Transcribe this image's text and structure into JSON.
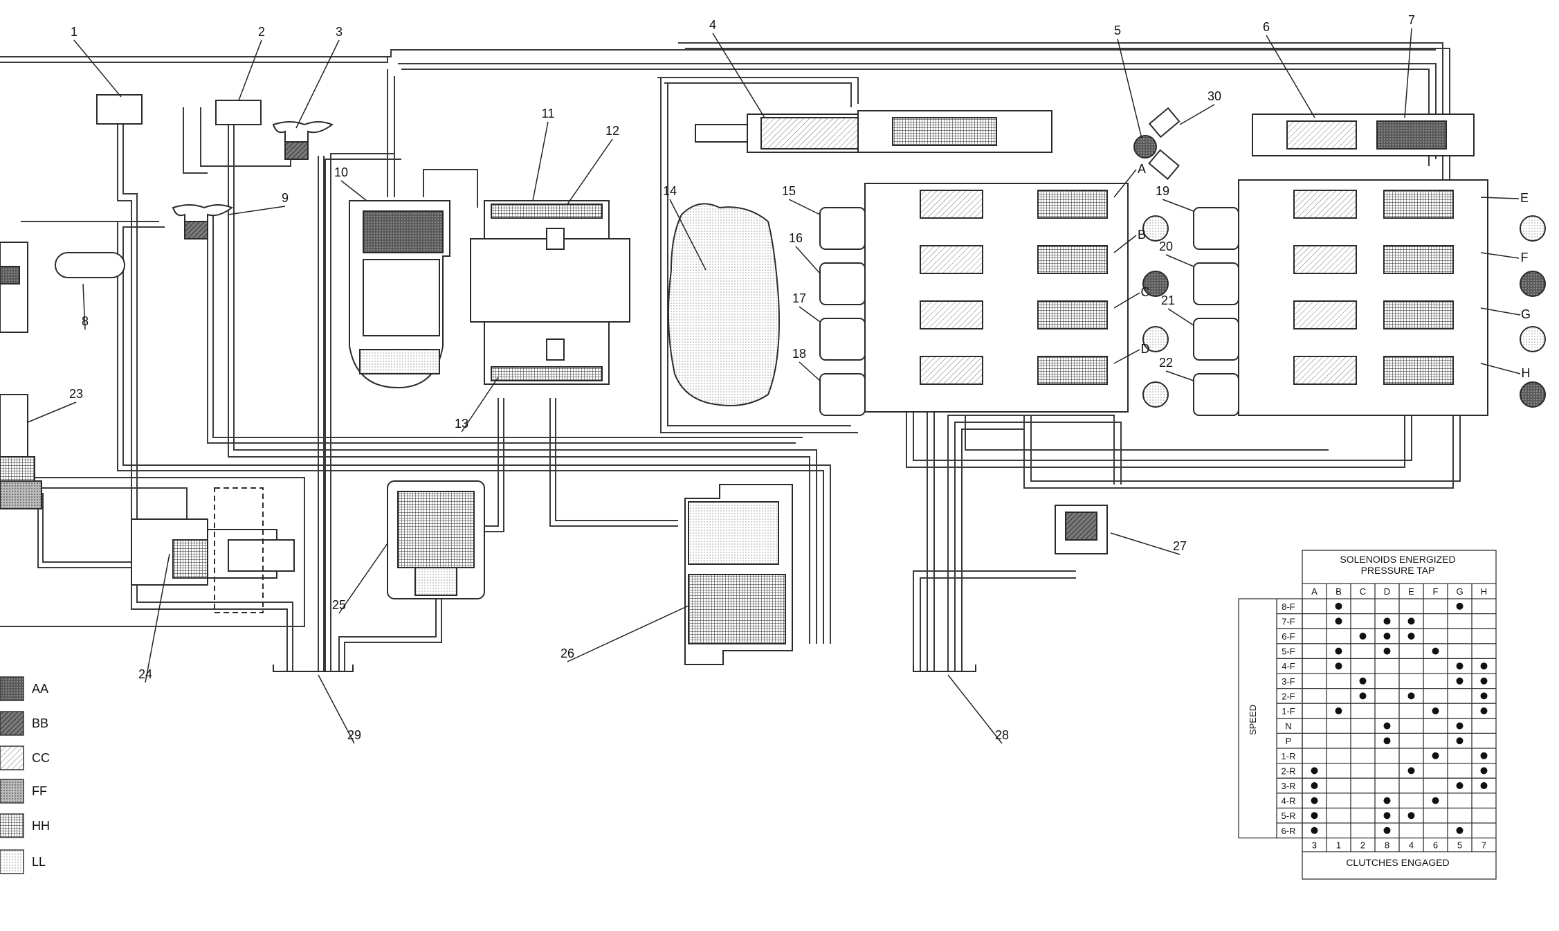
{
  "callouts": [
    "1",
    "2",
    "3",
    "4",
    "5",
    "6",
    "7",
    "8",
    "9",
    "10",
    "11",
    "12",
    "13",
    "14",
    "15",
    "16",
    "17",
    "18",
    "19",
    "20",
    "21",
    "22",
    "23",
    "24",
    "25",
    "26",
    "27",
    "28",
    "29",
    "30"
  ],
  "valve_letters": [
    "A",
    "B",
    "C",
    "D",
    "E",
    "F",
    "G",
    "H"
  ],
  "legend": [
    {
      "code": "AA",
      "pattern": "pat-aa"
    },
    {
      "code": "BB",
      "pattern": "pat-bb"
    },
    {
      "code": "CC",
      "pattern": "pat-cc"
    },
    {
      "code": "FF",
      "pattern": "pat-ff"
    },
    {
      "code": "HH",
      "pattern": "pat-hh"
    },
    {
      "code": "LL",
      "pattern": "pat-ll"
    }
  ],
  "solenoid_table": {
    "title_line1": "SOLENOIDS ENERGIZED",
    "title_line2": "PRESSURE TAP",
    "speed_label": "SPEED",
    "footer": "CLUTCHES ENGAGED",
    "columns": [
      "A",
      "B",
      "C",
      "D",
      "E",
      "F",
      "G",
      "H"
    ],
    "clutches": [
      "3",
      "1",
      "2",
      "8",
      "4",
      "6",
      "5",
      "7"
    ],
    "rows": [
      {
        "speed": "8-F",
        "on": [
          1,
          6
        ]
      },
      {
        "speed": "7-F",
        "on": [
          1,
          3,
          4
        ]
      },
      {
        "speed": "6-F",
        "on": [
          2,
          3,
          4
        ]
      },
      {
        "speed": "5-F",
        "on": [
          1,
          3,
          5
        ]
      },
      {
        "speed": "4-F",
        "on": [
          1,
          6,
          7
        ]
      },
      {
        "speed": "3-F",
        "on": [
          2,
          6,
          7
        ]
      },
      {
        "speed": "2-F",
        "on": [
          2,
          4,
          7
        ]
      },
      {
        "speed": "1-F",
        "on": [
          1,
          5,
          7
        ]
      },
      {
        "speed": "N",
        "on": [
          3,
          6
        ]
      },
      {
        "speed": "P",
        "on": [
          3,
          6
        ]
      },
      {
        "speed": "1-R",
        "on": [
          5,
          7
        ]
      },
      {
        "speed": "2-R",
        "on": [
          0,
          4,
          7
        ]
      },
      {
        "speed": "3-R",
        "on": [
          0,
          6,
          7
        ]
      },
      {
        "speed": "4-R",
        "on": [
          0,
          3,
          5
        ]
      },
      {
        "speed": "5-R",
        "on": [
          0,
          3,
          4
        ]
      },
      {
        "speed": "6-R",
        "on": [
          0,
          3,
          6
        ]
      }
    ]
  },
  "colors": {
    "line": "#3a3a3a",
    "text": "#111111",
    "background": "#ffffff"
  }
}
